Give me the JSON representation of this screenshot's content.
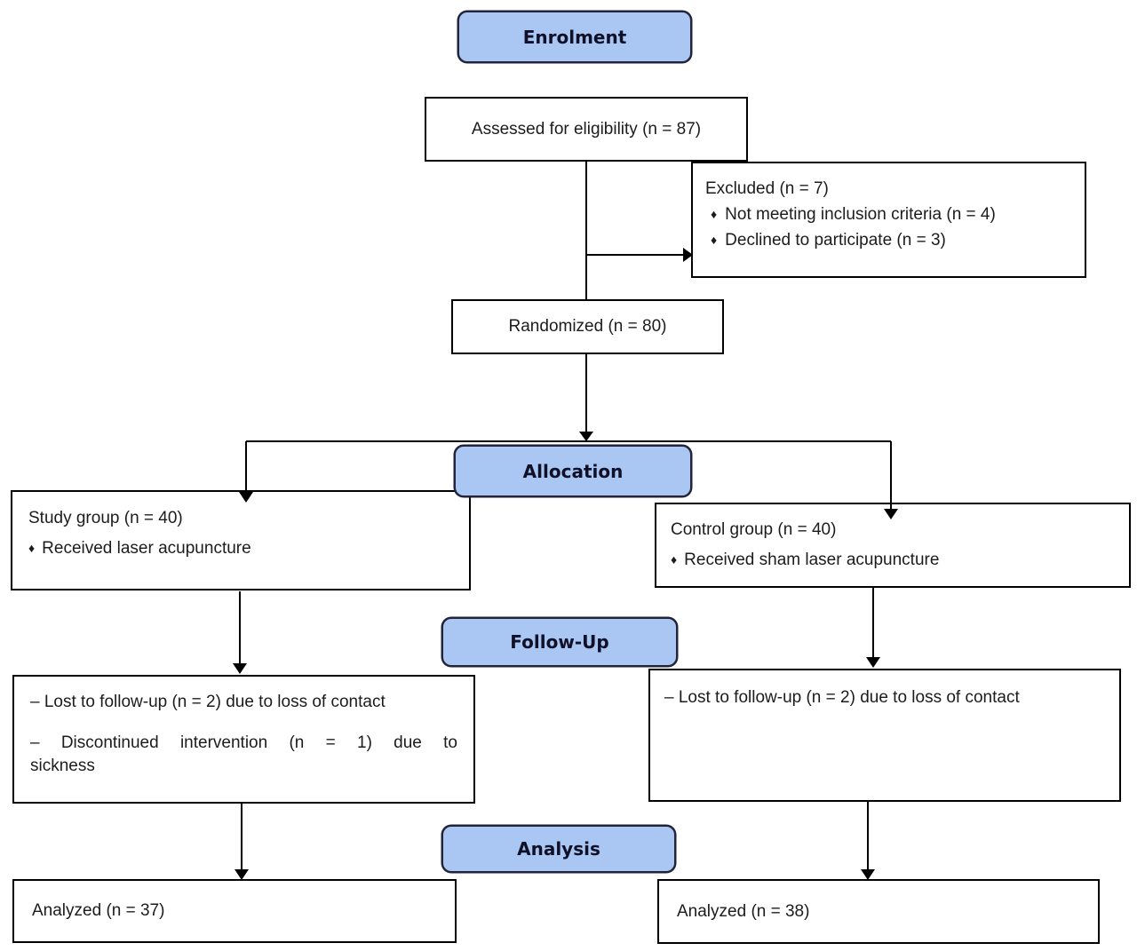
{
  "palette": {
    "header_fill": "#a9c7f2",
    "header_border": "#23233a",
    "box_border": "#000000",
    "text_color": "#1c1c1c",
    "arrow_color": "#000000"
  },
  "headers": {
    "enrolment": "Enrolment",
    "allocation": "Allocation",
    "followup": "Follow-Up",
    "analysis": "Analysis"
  },
  "boxes": {
    "assessed": {
      "text": "Assessed for eligibility (n = 87)"
    },
    "excluded": {
      "title": "Excluded (n = 7)",
      "bullet_glyph": "♦",
      "items": [
        "Not meeting inclusion criteria (n = 4)",
        "Declined to participate (n = 3)"
      ]
    },
    "randomized": {
      "text": "Randomized (n = 80)"
    },
    "study_group": {
      "title": "Study group (n = 40)",
      "bullet_glyph": "♦",
      "items": [
        "Received laser acupuncture"
      ]
    },
    "control_group": {
      "title": "Control group (n = 40)",
      "bullet_glyph": "♦",
      "items": [
        "Received sham laser acupuncture"
      ]
    },
    "followup_left": {
      "line1": "– Lost to follow-up (n = 2) due to loss of contact",
      "line2_main": "– Discontinued intervention (n = 1) due to",
      "line2_tail": "sickness"
    },
    "followup_right": {
      "line1": "– Lost to follow-up (n = 2) due to loss of contact"
    },
    "analyzed_left": {
      "text": "Analyzed (n = 37)"
    },
    "analyzed_right": {
      "text": "Analyzed (n = 38)"
    }
  }
}
